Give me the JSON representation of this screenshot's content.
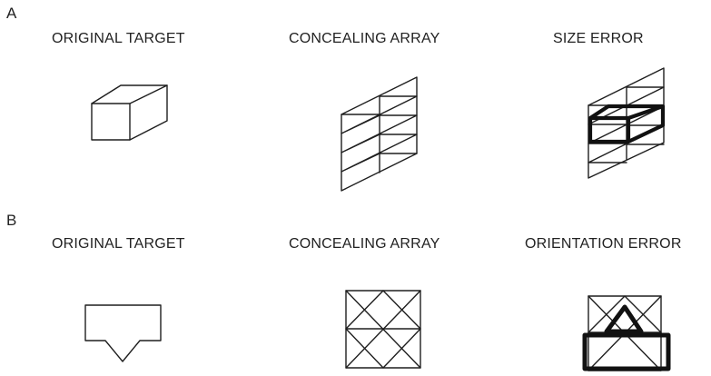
{
  "section_a": {
    "label": "A",
    "panels": [
      {
        "title": "ORIGINAL TARGET"
      },
      {
        "title": "CONCEALING ARRAY"
      },
      {
        "title": "SIZE ERROR"
      }
    ]
  },
  "section_b": {
    "label": "B",
    "panels": [
      {
        "title": "ORIGINAL TARGET"
      },
      {
        "title": "CONCEALING ARRAY"
      },
      {
        "title": "ORIENTATION ERROR"
      }
    ]
  }
}
